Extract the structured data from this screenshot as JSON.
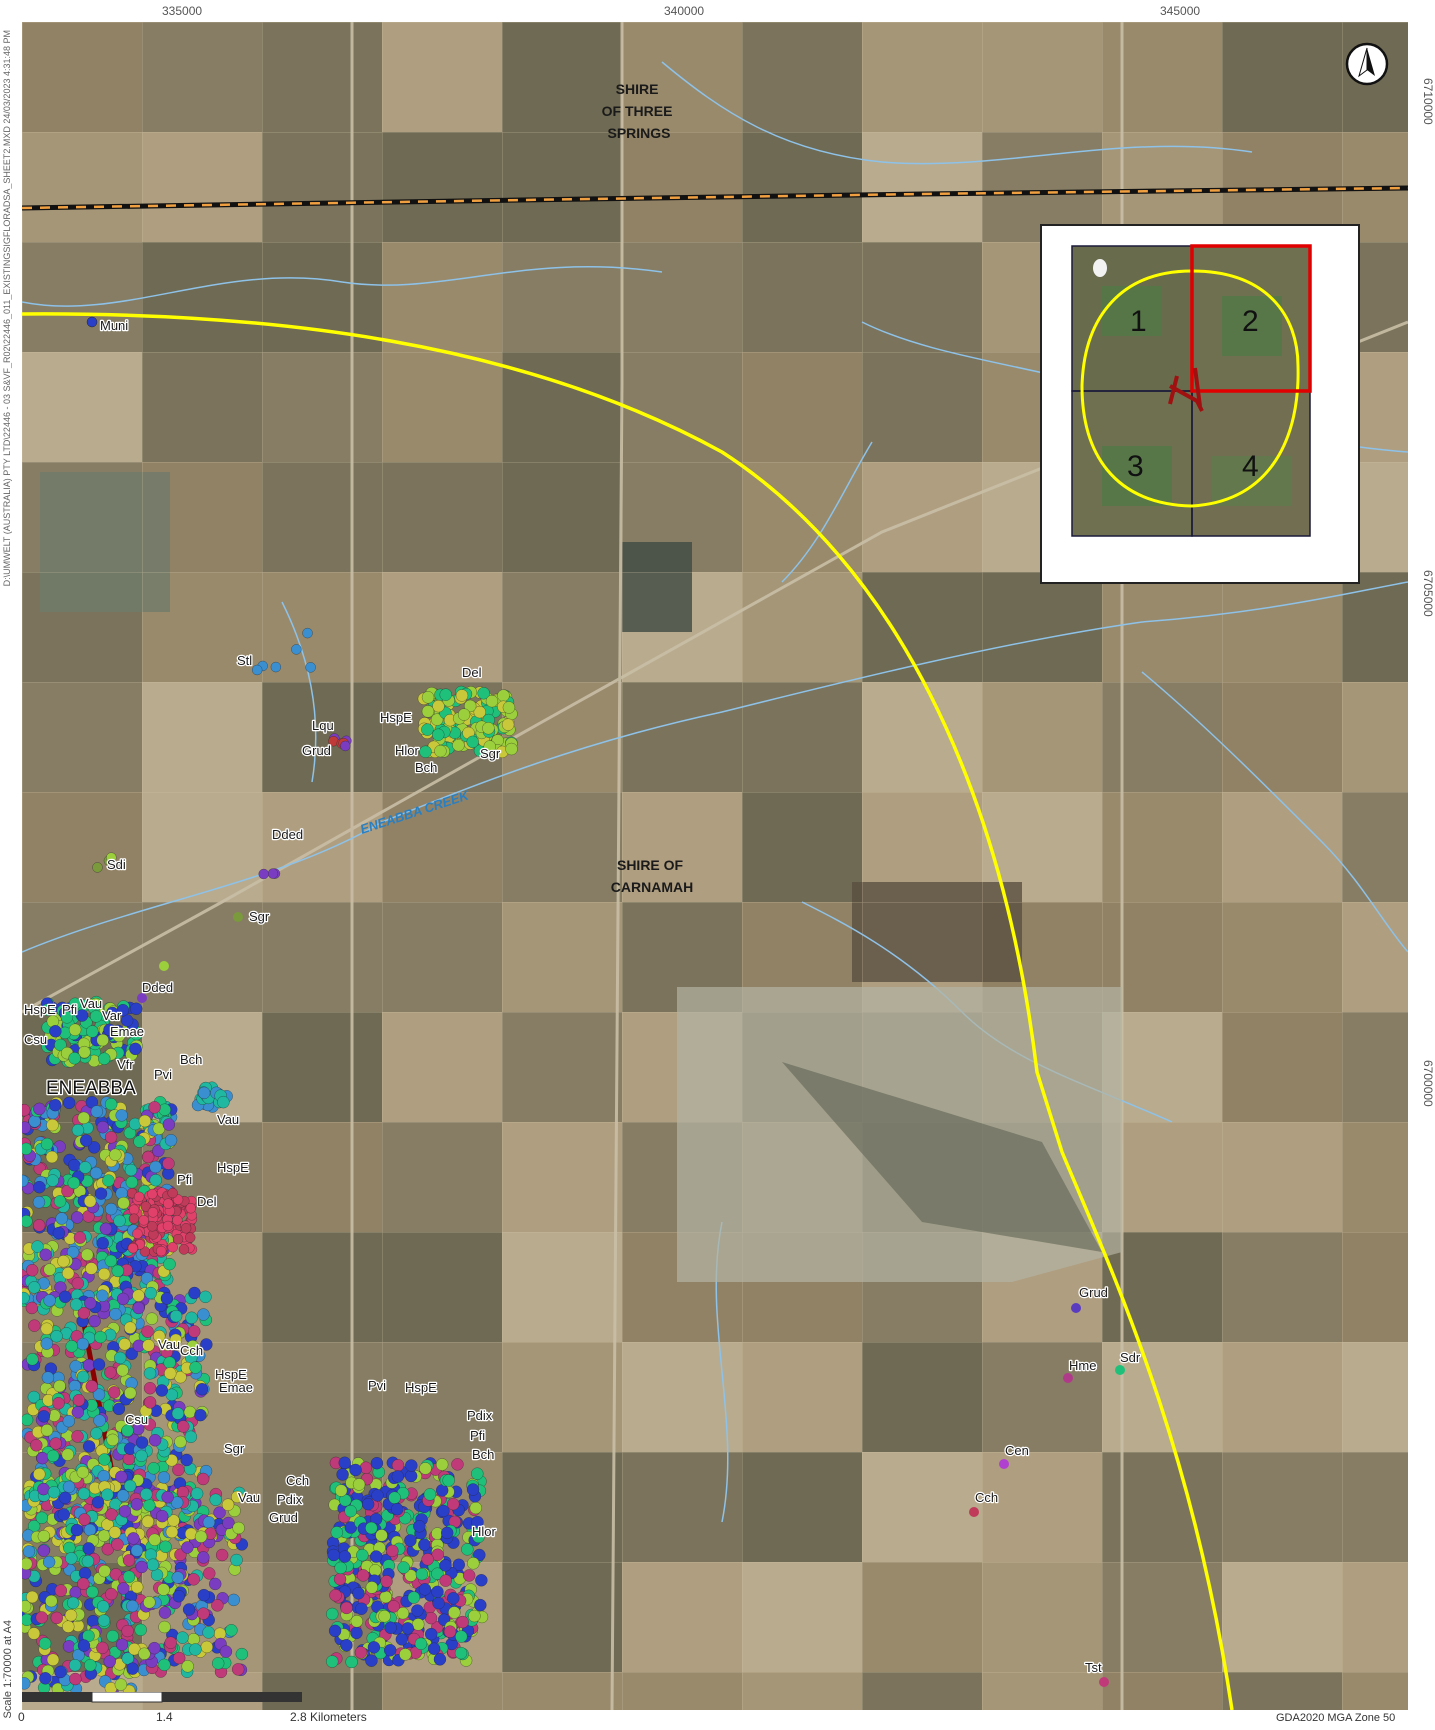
{
  "frame": {
    "top_ticks": [
      "335000",
      "340000",
      "345000"
    ],
    "side_ticks": [
      "6710000",
      "6705000",
      "6700000"
    ],
    "file_path": "D:\\UMWELT (AUSTRALIA) PTY LTD\\22446 - 03 S&VF_R02\\22446_011_EXISTINGSIGFLORADSA_SHEET2.MXD   24/03/2023   4:31:48 PM",
    "scale_text": "Scale 1:70000 at A4",
    "projection": "GDA2020 MGA Zone 50",
    "scale_bar": {
      "labels": [
        "0",
        "1.4",
        "2.8 Kilometers"
      ]
    }
  },
  "map": {
    "shires": [
      {
        "lines": [
          "SHIRE",
          "OF THREE",
          "SPRINGS"
        ]
      },
      {
        "lines": [
          "SHIRE OF",
          "CARNAMAH"
        ]
      }
    ],
    "town": "ENEABBA",
    "creek": "ENEABBA CREEK",
    "colors": {
      "boundary": "#ffff00",
      "shire_line_dash": "#f0a040",
      "shire_line": "#111111",
      "drainage": "#8ec2e8",
      "project": "#8b0000"
    },
    "point_labels": [
      "Muni",
      "Stl",
      "Lqu",
      "Grud",
      "HspE",
      "Hlor",
      "Bch",
      "Del",
      "Sgr",
      "Dded",
      "Sdi",
      "Sgr",
      "Dded",
      "HspE",
      "Pfi",
      "Vau",
      "Var",
      "Emae",
      "Csu",
      "Vfr",
      "Bch",
      "Pvi",
      "Vau",
      "HspE",
      "Pfi",
      "Del",
      "Vau",
      "Cch",
      "HspE",
      "Emae",
      "Csu",
      "Sgr",
      "Vau",
      "Cch",
      "Pdix",
      "Grud",
      "Pvi",
      "HspE",
      "Pdix",
      "Pfi",
      "Bch",
      "Hlor",
      "Grud",
      "Hme",
      "Sdr",
      "Cen",
      "Cch",
      "Tst"
    ]
  },
  "inset": {
    "labels": [
      "1",
      "2",
      "3",
      "4"
    ],
    "highlight_color": "#e00000",
    "grid_color": "#1a1a3a"
  },
  "north_arrow": {
    "icon": "north-arrow-icon"
  }
}
